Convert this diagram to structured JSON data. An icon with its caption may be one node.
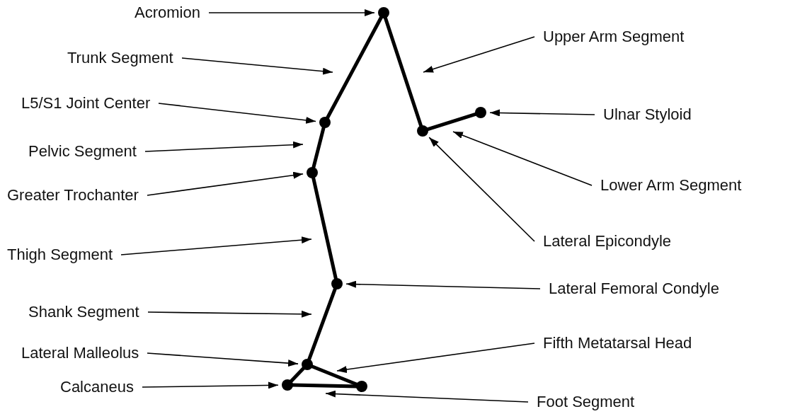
{
  "diagram": {
    "nodes": [
      {
        "text": [
          "Acromion"
        ]
      },
      {
        "text": [
          "Upper Arm Segment"
        ]
      },
      {
        "text": [
          "Trunk Segment"
        ]
      },
      {
        "text": [
          "L5/S1 Joint Center"
        ]
      },
      {
        "text": [
          "Ulnar Styloid"
        ]
      },
      {
        "text": [
          "Pelvic Segment"
        ]
      },
      {
        "text": [
          "Lower Arm Segment"
        ]
      },
      {
        "text": [
          "Greater Trochanter"
        ]
      },
      {
        "text": [
          "Lateral Epicondyle"
        ]
      },
      {
        "text": [
          "Thigh Segment"
        ]
      },
      {
        "text": [
          "Lateral Femoral Condyle"
        ]
      },
      {
        "text": [
          "Shank Segment"
        ]
      },
      {
        "text": [
          "Fifth Metatarsal Head"
        ]
      },
      {
        "text": [
          "Lateral Malleolus"
        ]
      },
      {
        "text": [
          "Calcaneus"
        ]
      },
      {
        "text": [
          "Foot Segment"
        ]
      },
      {
        "text": [],
        "shape": "circle"
      },
      {
        "text": [],
        "shape": "circle"
      },
      {
        "text": [],
        "shape": "circle"
      },
      {
        "text": [],
        "shape": "circle"
      },
      {
        "text": [],
        "shape": "circle"
      },
      {
        "text": [],
        "shape": "circle"
      },
      {
        "text": [],
        "shape": "circle"
      },
      {
        "text": [],
        "shape": "circle"
      },
      {
        "text": [],
        "shape": "circle"
      }
    ],
    "edges": [
      {
        "from": 0,
        "to": 16,
        "arrow": "to"
      },
      {
        "from": 1,
        "to": null,
        "arrow": "to"
      },
      {
        "from": 2,
        "to": null,
        "arrow": "to"
      },
      {
        "from": 3,
        "to": 18,
        "arrow": "to"
      },
      {
        "from": 4,
        "to": 17,
        "arrow": "to"
      },
      {
        "from": 5,
        "to": null,
        "arrow": "to"
      },
      {
        "from": 6,
        "to": null,
        "arrow": "to"
      },
      {
        "from": 7,
        "to": 20,
        "arrow": "to"
      },
      {
        "from": 8,
        "to": 19,
        "arrow": "to"
      },
      {
        "from": 9,
        "to": null,
        "arrow": "to"
      },
      {
        "from": 10,
        "to": 21,
        "arrow": "to"
      },
      {
        "from": 11,
        "to": null,
        "arrow": "to"
      },
      {
        "from": 12,
        "to": null,
        "arrow": "to"
      },
      {
        "from": 13,
        "to": 22,
        "arrow": "to"
      },
      {
        "from": 14,
        "to": 23,
        "arrow": "to"
      },
      {
        "from": 15,
        "to": null,
        "arrow": "to"
      },
      {
        "from": 16,
        "to": 18,
        "arrow": "none",
        "style": "thick"
      },
      {
        "from": 18,
        "to": 20,
        "arrow": "none",
        "style": "thick"
      },
      {
        "from": 20,
        "to": 21,
        "arrow": "none",
        "style": "thick"
      },
      {
        "from": 21,
        "to": 22,
        "arrow": "none",
        "style": "thick"
      },
      {
        "from": 22,
        "to": 23,
        "arrow": "none",
        "style": "thick"
      },
      {
        "from": 23,
        "to": 24,
        "arrow": "none",
        "style": "thick"
      },
      {
        "from": 22,
        "to": 24,
        "arrow": "none",
        "style": "thick"
      },
      {
        "from": 16,
        "to": 19,
        "arrow": "none",
        "style": "thick"
      },
      {
        "from": 19,
        "to": 17,
        "arrow": "none",
        "style": "thick"
      }
    ]
  }
}
